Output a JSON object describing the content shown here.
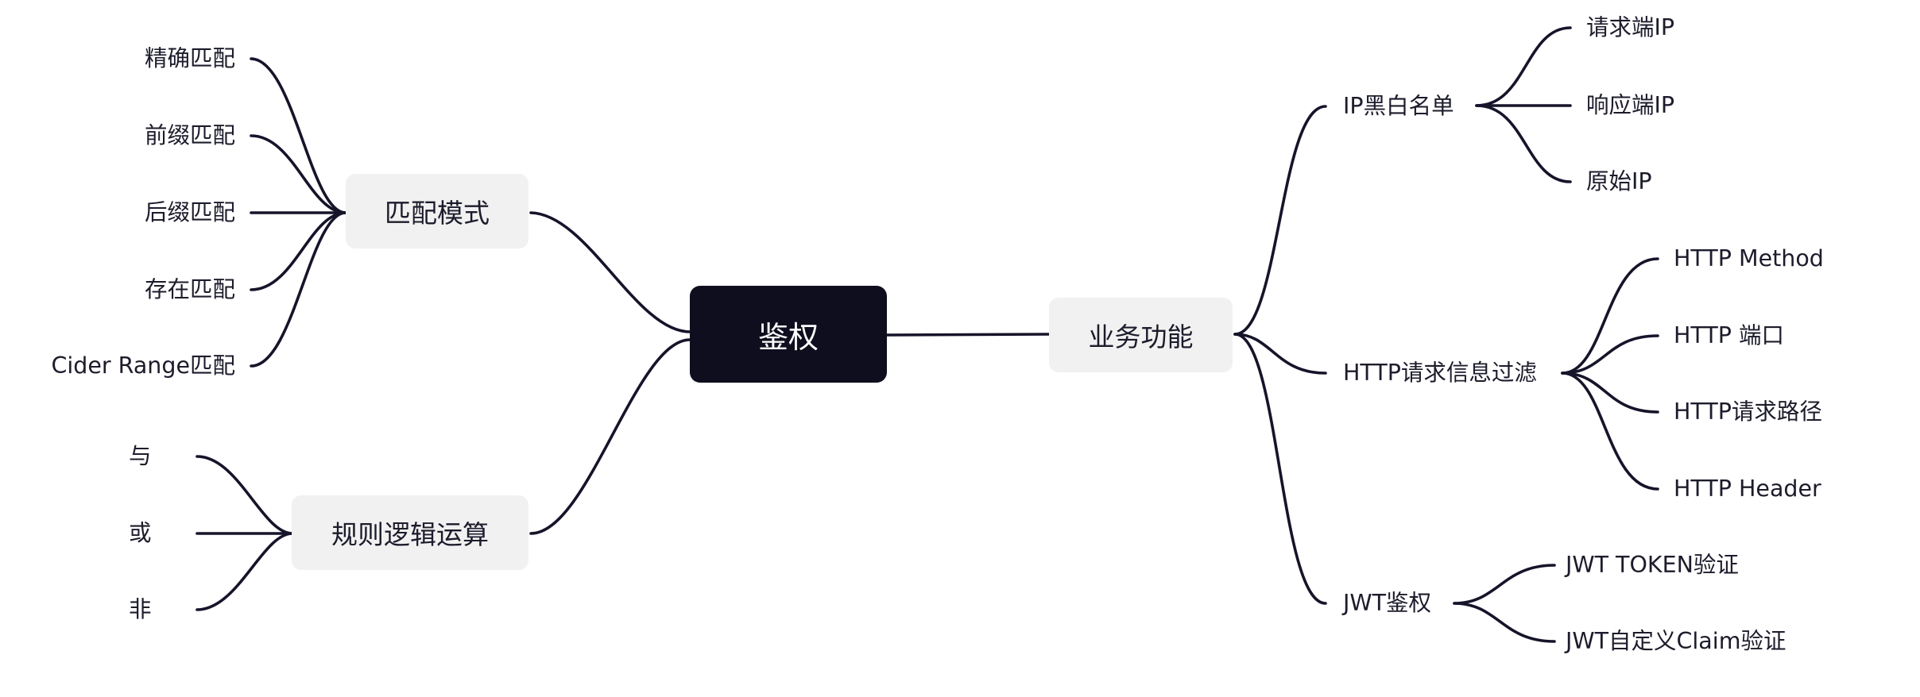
{
  "root": {
    "label": "鉴权"
  },
  "left_branches": [
    {
      "label": "匹配模式",
      "children": [
        "精确匹配",
        "前缀匹配",
        "后缀匹配",
        "存在匹配",
        "Cider Range匹配"
      ]
    },
    {
      "label": "规则逻辑运算",
      "children": [
        "与",
        "或",
        "非"
      ]
    }
  ],
  "right_branch": {
    "label": "业务功能",
    "children": [
      {
        "label": "IP黑白名单",
        "children": [
          "请求端IP",
          "响应端IP",
          "原始IP"
        ]
      },
      {
        "label": "HTTP请求信息过滤",
        "children": [
          "HTTP Method",
          "HTTP 端口",
          "HTTP请求路径",
          "HTTP Header"
        ]
      },
      {
        "label": "JWT鉴权",
        "children": [
          "JWT TOKEN验证",
          "JWT自定义Claim验证"
        ]
      }
    ]
  },
  "colors": {
    "root_bg": "#0e0e1e",
    "branch_bg": "#f1f1f1",
    "line": "#15142a",
    "text": "#1c1c2c"
  }
}
